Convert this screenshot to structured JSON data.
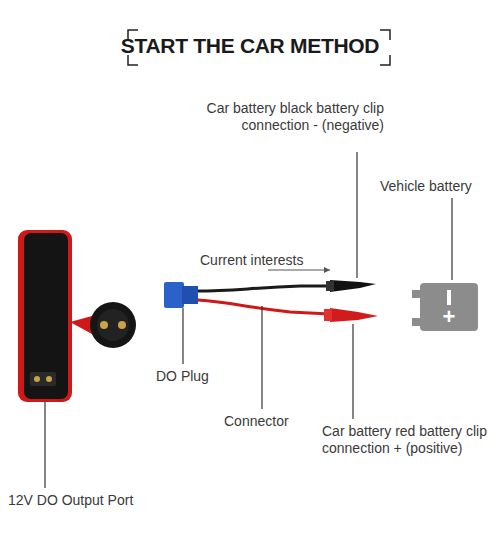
{
  "diagram": {
    "title": "START THE CAR METHOD",
    "nodes": [
      {
        "text": [
          "+"
        ]
      }
    ],
    "labels": [
      "Car battery black battery clip connection - (negative)",
      "Vehicle battery",
      "Current interests",
      "DO Plug",
      "Connector",
      "Car battery red battery clip connection + (positive)",
      "12V DO Output Port"
    ]
  }
}
